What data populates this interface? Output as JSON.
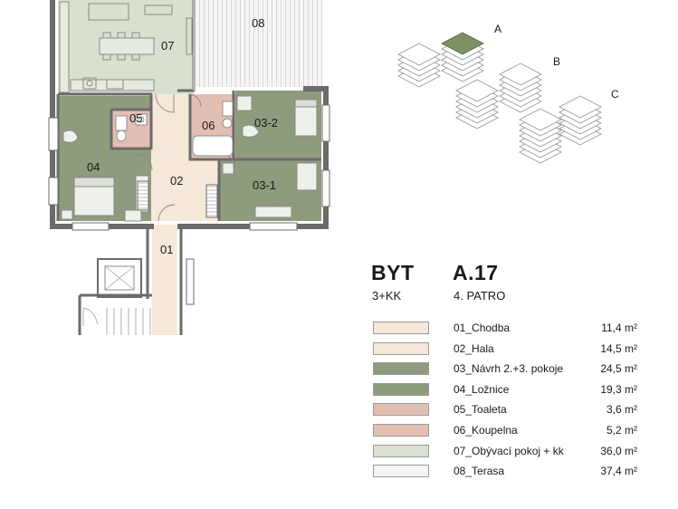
{
  "apartment": {
    "byt_label": "BYT",
    "unit_code": "A.17",
    "layout": "3+KK",
    "floor": "4. PATRO"
  },
  "plan_labels": {
    "r01": "01",
    "r02": "02",
    "r031": "03-1",
    "r032": "03-2",
    "r04": "04",
    "r05": "05",
    "r06": "06",
    "r07": "07",
    "r08": "08"
  },
  "buildings": {
    "a": "A",
    "b": "B",
    "c": "C"
  },
  "colors": {
    "chodba": "#f6e8d8",
    "hala": "#f6e8d8",
    "pokoje": "#8f9b7d",
    "loznice": "#8f9b7d",
    "toaleta": "#e3bfb3",
    "koupelna": "#e3bfb3",
    "obyvaci": "#d9e0cf",
    "terasa": "#f3f3f3",
    "highlight": "#7f9062",
    "wall": "#6b6b6b"
  },
  "legend": [
    {
      "name": "01_Chodba",
      "area": "11,4 m²",
      "color": "#f6e8d8"
    },
    {
      "name": "02_Hala",
      "area": "14,5 m²",
      "color": "#f6e8d8"
    },
    {
      "name": "03_Návrh 2.+3. pokoje",
      "area": "24,5 m²",
      "color": "#8f9b7d"
    },
    {
      "name": "04_Ložnice",
      "area": "19,3 m²",
      "color": "#8f9b7d"
    },
    {
      "name": "05_Toaleta",
      "area": "3,6 m²",
      "color": "#e3bfb3"
    },
    {
      "name": "06_Koupelna",
      "area": "5,2 m²",
      "color": "#e3bfb3"
    },
    {
      "name": "07_Obývací pokoj + kk",
      "area": "36,0 m²",
      "color": "#d9e0cf"
    },
    {
      "name": "08_Terasa",
      "area": "37,4 m²",
      "color": "#f3f3f3"
    }
  ]
}
